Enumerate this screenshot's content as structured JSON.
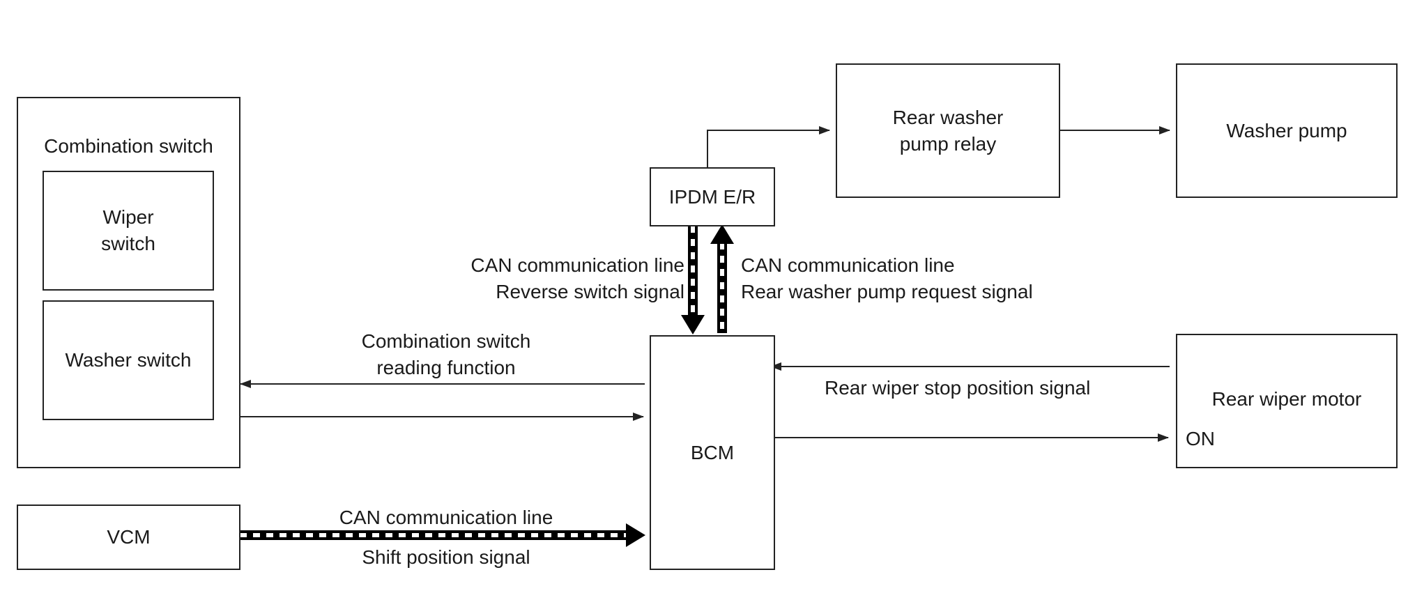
{
  "blocks": {
    "combination_switch": "Combination switch",
    "wiper_switch": [
      "Wiper",
      "switch"
    ],
    "washer_switch": "Washer switch",
    "vcm": "VCM",
    "bcm": "BCM",
    "ipdm": "IPDM E/R",
    "rear_washer_pump_relay": [
      "Rear washer",
      "pump relay"
    ],
    "washer_pump": "Washer pump",
    "rear_wiper_motor": "Rear wiper motor",
    "rear_wiper_motor_on": "ON"
  },
  "labels": {
    "can_left": [
      "CAN communication line",
      "Reverse switch signal"
    ],
    "can_right": [
      "CAN communication line",
      "Rear washer pump request signal"
    ],
    "combination_reading": [
      "Combination switch",
      "reading function"
    ],
    "rear_wiper_stop": "Rear wiper stop position signal",
    "vcm_can": "CAN communication line",
    "vcm_shift": "Shift position signal"
  },
  "colors": {
    "line": "#222222",
    "can_line_dark": "#000000",
    "can_line_light": "#ffffff"
  }
}
